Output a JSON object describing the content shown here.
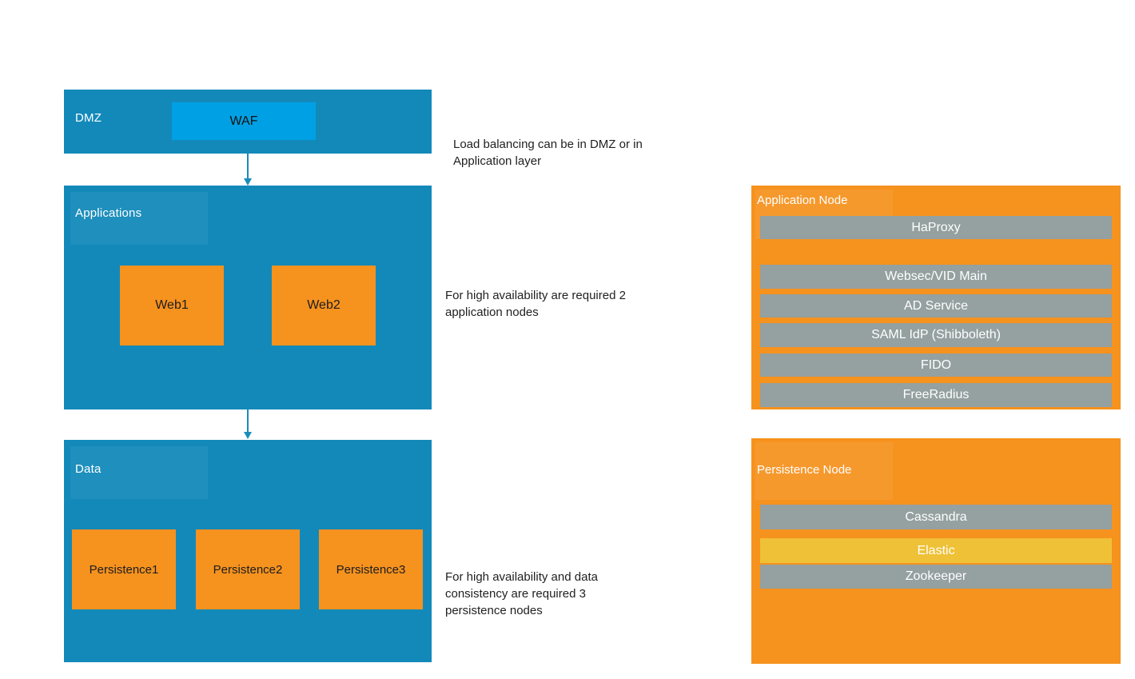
{
  "layers": [
    {
      "label": "DMZ",
      "nodes": [
        {
          "label": "WAF"
        }
      ]
    },
    {
      "label": "Applications",
      "nodes": [
        {
          "label": "Web1"
        },
        {
          "label": "Web2"
        }
      ]
    },
    {
      "label": "Data",
      "nodes": [
        {
          "label": "Persistence1"
        },
        {
          "label": "Persistence2"
        },
        {
          "label": "Persistence3"
        }
      ]
    }
  ],
  "annotations": [
    {
      "text": "Load balancing can be in DMZ or in Application layer"
    },
    {
      "text": "For high availability are required 2 application nodes"
    },
    {
      "text": "For high availability and data consistency are required 3 persistence nodes"
    }
  ],
  "panels": [
    {
      "title": "Application Node",
      "items": [
        {
          "label": "HaProxy"
        },
        {
          "label": "Websec/VID Main"
        },
        {
          "label": "AD Service"
        },
        {
          "label": "SAML IdP (Shibboleth)"
        },
        {
          "label": "FIDO"
        },
        {
          "label": "FreeRadius"
        }
      ]
    },
    {
      "title": "Persistence Node",
      "items": [
        {
          "label": "Cassandra"
        },
        {
          "label": "Elastic",
          "highlight": true
        },
        {
          "label": "Zookeeper"
        }
      ]
    }
  ],
  "colors": {
    "layer_blue": "#1389BA",
    "waf_blue": "#00A1E4",
    "orange": "#F6921E",
    "bar_gray": "#95A0A0",
    "elastic_yellow": "#EFC137",
    "arrow_blue": "#1A8CBA",
    "text_dark": "#1F1F1F",
    "text_light": "#FFFFFF"
  }
}
